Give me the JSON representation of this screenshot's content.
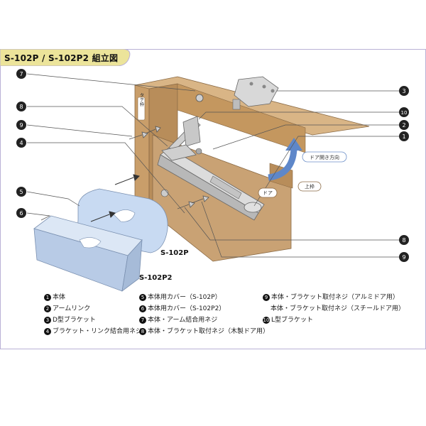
{
  "title": "S-102P / S-102P2 組立図",
  "callouts": {
    "c1": "1",
    "c2": "2",
    "c3": "3",
    "c4": "4",
    "c5": "5",
    "c6": "6",
    "c7": "7",
    "c8a": "8",
    "c8b": "8",
    "c9a": "9",
    "c9b": "9",
    "c10": "10"
  },
  "labels": {
    "frame": "タテ枠",
    "door_open": "ドア開き方向",
    "top_frame": "上枠",
    "door": "ドア",
    "cover_p": "S-102P",
    "cover_p2": "S-102P2"
  },
  "legend": {
    "col1": [
      {
        "num": "1",
        "text": "本体"
      },
      {
        "num": "2",
        "text": "アームリンク"
      },
      {
        "num": "3",
        "text": "D型ブラケット"
      },
      {
        "num": "4",
        "text": "ブラケット・リンク結合用ネジ"
      }
    ],
    "col2": [
      {
        "num": "5",
        "text": "本体用カバー（S-102P）"
      },
      {
        "num": "6",
        "text": "本体用カバー（S-102P2）"
      },
      {
        "num": "7",
        "text": "本体・アーム結合用ネジ"
      },
      {
        "num": "8",
        "text": "本体・ブラケット取付ネジ（木製ドア用）"
      }
    ],
    "col3": [
      {
        "num": "9",
        "text": "本体・ブラケット取付ネジ（アルミドア用）"
      },
      {
        "num": "",
        "text": "本体・ブラケット取付ネジ（スチールドア用）"
      },
      {
        "num": "10",
        "text": "L型ブラケット"
      }
    ]
  }
}
